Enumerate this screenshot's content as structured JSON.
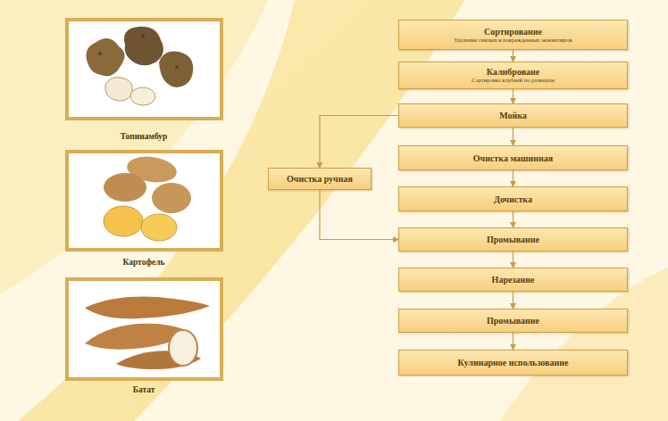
{
  "diagram": {
    "nodes": [
      {
        "text": [
          "Сортирование",
          "Удаление гнилых и поврежденных экземпляров"
        ]
      },
      {
        "text": [
          "Калиброване",
          "Сортировка клубней по размерам"
        ]
      },
      {
        "text": [
          "Мойка"
        ]
      },
      {
        "text": [
          "Очистка машинная"
        ]
      },
      {
        "text": [
          "Дочистка"
        ]
      },
      {
        "text": [
          "Промывание"
        ]
      },
      {
        "text": [
          "Нарезание"
        ]
      },
      {
        "text": [
          "Промывание"
        ]
      },
      {
        "text": [
          "Кулинарное использование"
        ]
      },
      {
        "text": [
          "Очистка ручная"
        ]
      }
    ],
    "edges": [
      {
        "from": 0,
        "to": 1,
        "arrow": "to"
      },
      {
        "from": 1,
        "to": 2,
        "arrow": "to"
      },
      {
        "from": 2,
        "to": 3,
        "arrow": "to"
      },
      {
        "from": 3,
        "to": 4,
        "arrow": "to"
      },
      {
        "from": 4,
        "to": 5,
        "arrow": "to"
      },
      {
        "from": 5,
        "to": 6,
        "arrow": "to"
      },
      {
        "from": 6,
        "to": 7,
        "arrow": "to"
      },
      {
        "from": 7,
        "to": 8,
        "arrow": "to"
      },
      {
        "from": 2,
        "to": 9,
        "arrow": "to"
      },
      {
        "from": 9,
        "to": 5,
        "arrow": "to"
      }
    ],
    "labels": [
      "Топинамбур",
      "Картофель",
      "Батат"
    ]
  }
}
